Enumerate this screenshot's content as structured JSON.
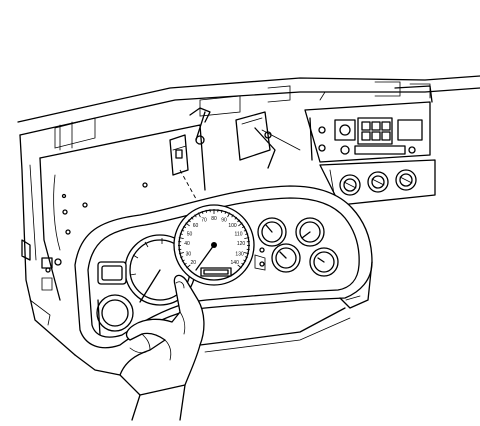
{
  "figure": {
    "speedometer_labels": [
      "20",
      "30",
      "40",
      "50",
      "60",
      "70",
      "80",
      "90",
      "100",
      "110",
      "120",
      "130",
      "140"
    ]
  }
}
